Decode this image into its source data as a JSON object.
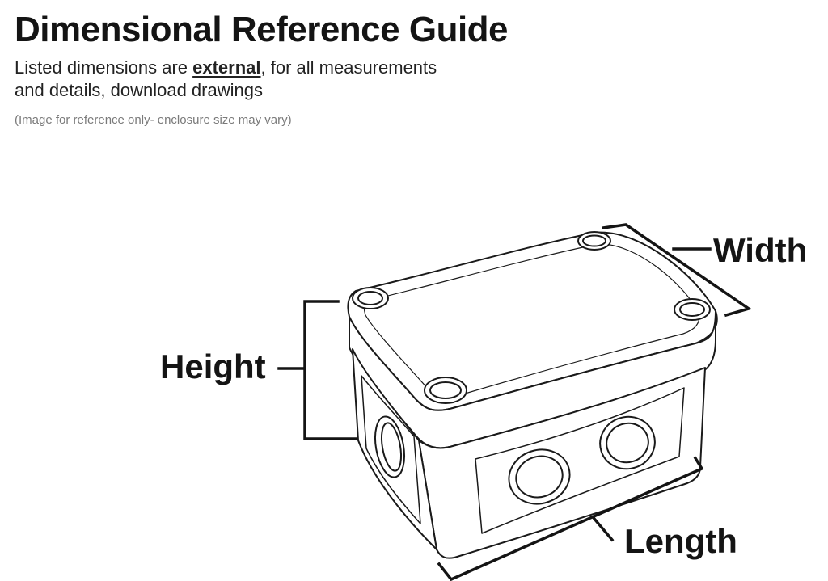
{
  "header": {
    "title": "Dimensional Reference Guide",
    "subtitle_before": "Listed dimensions are ",
    "subtitle_emphasis": "external",
    "subtitle_after_line1": ", for all measurements",
    "subtitle_line2": "and details, download drawings",
    "note": "(Image for reference only- enclosure size may vary)"
  },
  "diagram": {
    "subject": "enclosure-box",
    "labels": {
      "width": "Width",
      "height": "Height",
      "length": "Length"
    },
    "colors": {
      "line": "#1a1a1a",
      "fill": "#ffffff",
      "shade": "#f4f4f4"
    }
  }
}
